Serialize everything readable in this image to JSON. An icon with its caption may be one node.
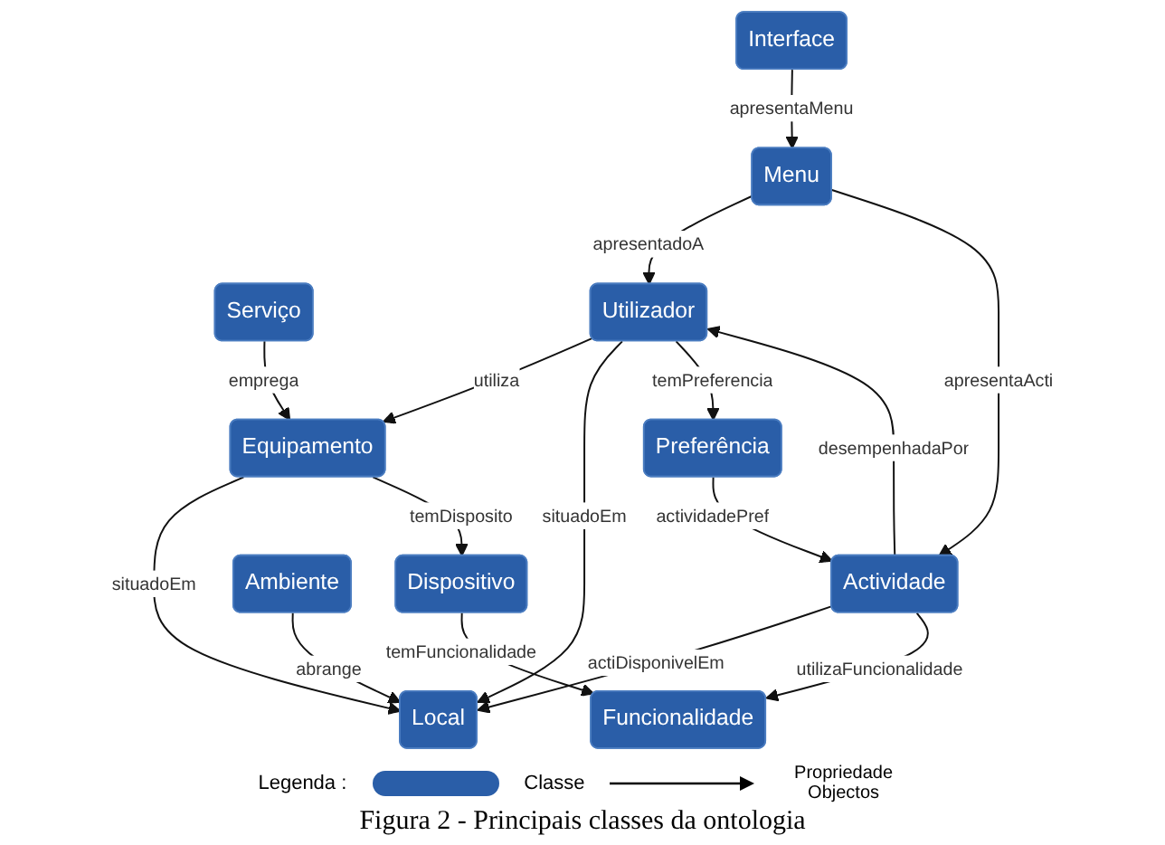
{
  "diagram": {
    "caption": "Figura 2 - Principais classes da ontologia",
    "nodes": [
      {
        "text": [
          "Interface"
        ]
      },
      {
        "text": [
          "Menu"
        ]
      },
      {
        "text": [
          "Equipamento"
        ]
      },
      {
        "text": [
          "Serviço"
        ]
      },
      {
        "text": [
          "Utilizador"
        ]
      },
      {
        "text": [
          "Preferência"
        ]
      },
      {
        "text": [
          "Local"
        ]
      },
      {
        "text": [
          "Dispositivo"
        ]
      },
      {
        "text": [
          "Ambiente"
        ]
      },
      {
        "text": [
          "Actividade"
        ]
      },
      {
        "text": [
          "Funcionalidade"
        ]
      }
    ],
    "edges": [
      {
        "from": 0,
        "to": 1,
        "arrow": "to",
        "label": "apresentaMenu"
      },
      {
        "from": 3,
        "to": 2,
        "arrow": "to",
        "label": "emprega"
      },
      {
        "from": 1,
        "to": 4,
        "arrow": "to",
        "label": "apresentadoA"
      },
      {
        "from": 4,
        "to": 2,
        "arrow": "to",
        "label": "utiliza"
      },
      {
        "from": 4,
        "to": 6,
        "arrow": "to",
        "label": "situadoEm"
      },
      {
        "from": 2,
        "to": 6,
        "arrow": "to",
        "label": "situadoEm"
      },
      {
        "from": 2,
        "to": 7,
        "arrow": "to",
        "label": "temDisposito"
      },
      {
        "from": 4,
        "to": 5,
        "arrow": "to",
        "label": "temPreferencia"
      },
      {
        "from": 1,
        "to": 9,
        "arrow": "to",
        "label": "apresentaActi"
      },
      {
        "from": 9,
        "to": 4,
        "arrow": "to",
        "label": "desempenhadaPor"
      },
      {
        "from": 5,
        "to": 9,
        "arrow": "to",
        "label": "actividadePref"
      },
      {
        "from": 9,
        "to": 6,
        "arrow": "to",
        "label": "actiDisponivelEm"
      },
      {
        "from": 8,
        "to": 6,
        "arrow": "to",
        "label": "abrange"
      },
      {
        "from": 7,
        "to": 10,
        "arrow": "to",
        "label": "temFuncionalidade"
      },
      {
        "from": 9,
        "to": 10,
        "arrow": "to",
        "label": "utilizaFuncionalidade"
      }
    ],
    "labels": [
      "Legenda :"
    ],
    "legend": [
      {
        "text": "Classe",
        "color": "#2a5ea8"
      },
      {
        "text": "Propriedade Objectos"
      }
    ]
  }
}
